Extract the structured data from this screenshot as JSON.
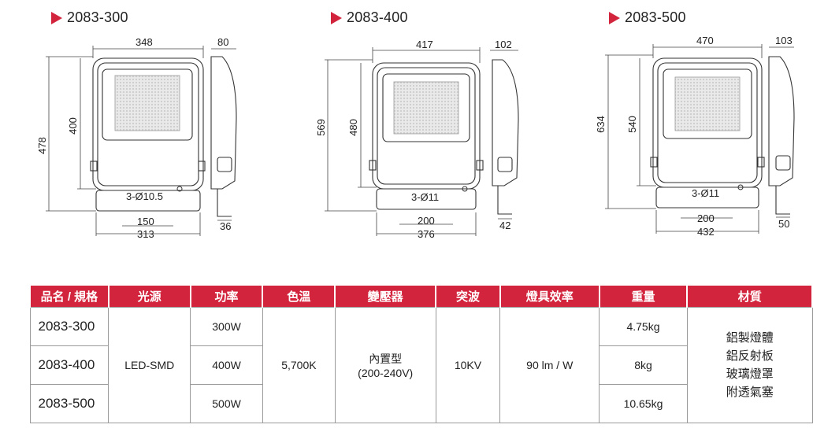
{
  "models": [
    {
      "name": "2083-300",
      "dims": {
        "front_width": "348",
        "depth": "80",
        "total_height": "478",
        "body_height": "400",
        "mount_holes": "3-Ø10.5",
        "hole_spacing": "150",
        "base_width": "313",
        "side_base": "36"
      }
    },
    {
      "name": "2083-400",
      "dims": {
        "front_width": "417",
        "depth": "102",
        "total_height": "569",
        "body_height": "480",
        "mount_holes": "3-Ø11",
        "hole_spacing": "200",
        "base_width": "376",
        "side_base": "42"
      }
    },
    {
      "name": "2083-500",
      "dims": {
        "front_width": "470",
        "depth": "103",
        "total_height": "634",
        "body_height": "540",
        "mount_holes": "3-Ø11",
        "hole_spacing": "200",
        "base_width": "432",
        "side_base": "50"
      }
    }
  ],
  "table": {
    "headers": [
      "品名 / 規格",
      "光源",
      "功率",
      "色溫",
      "變壓器",
      "突波",
      "燈具效率",
      "重量",
      "材質"
    ],
    "rows": [
      {
        "model": "2083-300",
        "power": "300W",
        "weight": "4.75kg"
      },
      {
        "model": "2083-400",
        "power": "400W",
        "weight": "8kg"
      },
      {
        "model": "2083-500",
        "power": "500W",
        "weight": "10.65kg"
      }
    ],
    "light_source": "LED-SMD",
    "color_temp": "5,700K",
    "driver_line1": "內置型",
    "driver_line2": "(200-240V)",
    "surge": "10KV",
    "efficacy": "90 lm / W",
    "materials": [
      "鋁製燈體",
      "鋁反射板",
      "玻璃燈罩",
      "附透氣塞"
    ]
  },
  "colors": {
    "accent": "#d3243d"
  }
}
